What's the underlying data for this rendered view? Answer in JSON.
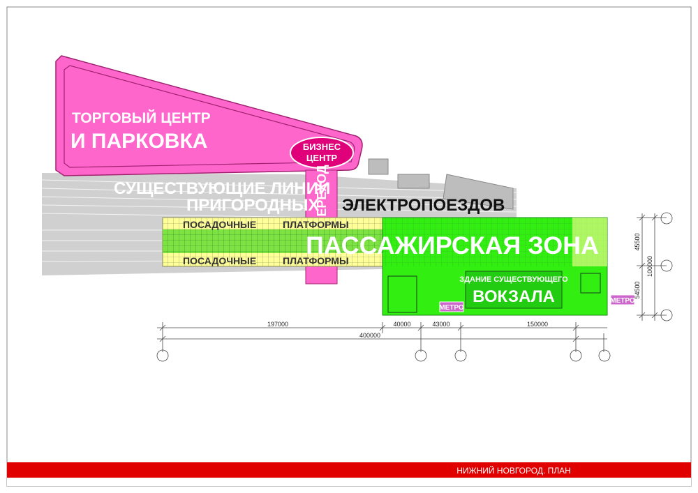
{
  "colors": {
    "mall": "#ff66cc",
    "station_zone": "#33ee11",
    "platforms": "#ffff99",
    "tracks": "#d0d0d0",
    "footer_bar": "#e00000",
    "metro_badge": "#cc66cc",
    "business_oval": "#e0007a"
  },
  "labels": {
    "mall_line1": "ТОРГОВЫЙ ЦЕНТР",
    "mall_line2": "И ПАРКОВКА",
    "business_line1": "БИЗНЕС",
    "business_line2": "ЦЕНТР",
    "crossing": "ПЕРЕХОД",
    "lines_row1": "СУЩЕСТВУЮЩИЕ ЛИНИИ",
    "lines_row2_a": "ПРИГОРОДНЫХ",
    "lines_row2_b": "ЭЛЕКТРОПОЕЗДОВ",
    "platform_top_a": "ПОСАДОЧНЫЕ",
    "platform_top_b": "ПЛАТФОРМЫ",
    "platform_bottom_a": "ПОСАДОЧНЫЕ",
    "platform_bottom_b": "ПЛАТФОРМЫ",
    "passenger_zone": "ПАССАЖИРСКАЯ ЗОНА",
    "station_small": "ЗДАНИЕ СУЩЕСТВУЮЩЕГО",
    "station_big": "ВОКЗАЛА",
    "metro_left": "МЕТРО",
    "metro_right": "МЕТРО"
  },
  "dimensions": {
    "d197000": "197000",
    "d40000": "40000",
    "d43000": "43000",
    "d150000": "150000",
    "d400000": "400000",
    "d45500": "45500",
    "d54500": "54500",
    "d100000": "100000"
  },
  "footer": {
    "title": "НИЖНИЙ НОВГОРОД. ПЛАН"
  }
}
